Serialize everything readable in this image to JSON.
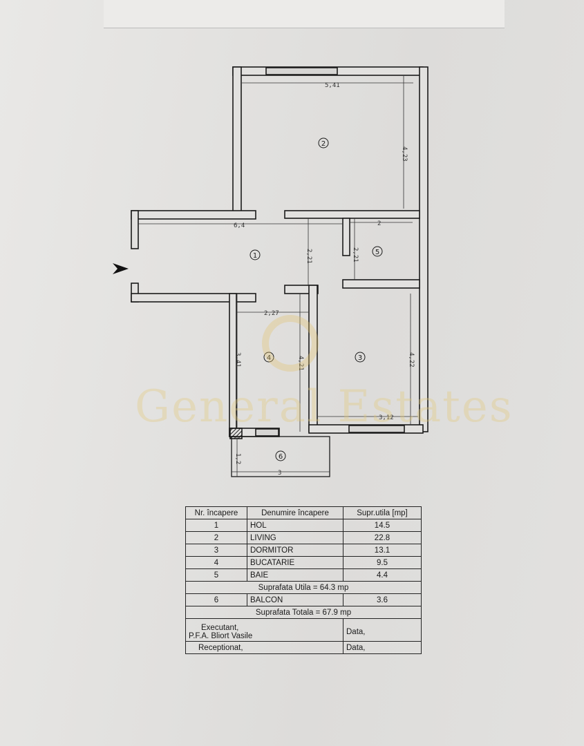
{
  "plan": {
    "rooms": [
      "1",
      "2",
      "3",
      "4",
      "5",
      "6"
    ],
    "dimensions": {
      "living_width": "5,41",
      "living_depth": "4,23",
      "hall_length": "6,4",
      "hall_width": "2,21",
      "bath_width": "2",
      "bath_depth": "2,21",
      "kitchen_width": "2,27",
      "kitchen_depth": "3,41",
      "kitchen_length": "4,21",
      "bedroom_depth": "4,22",
      "bedroom_width": "3,12",
      "balcony_depth": "1,2",
      "balcony_width": "3"
    },
    "entrance_icon": "arrow-right-icon"
  },
  "watermark": "General Estates",
  "table": {
    "headers": {
      "nr": "Nr. încapere",
      "name": "Denumire încapere",
      "area": "Supr.utila [mp]"
    },
    "rows": [
      {
        "nr": "1",
        "name": "HOL",
        "area": "14.5"
      },
      {
        "nr": "2",
        "name": "LIVING",
        "area": "22.8"
      },
      {
        "nr": "3",
        "name": "DORMITOR",
        "area": "13.1"
      },
      {
        "nr": "4",
        "name": "BUCATARIE",
        "area": "9.5"
      },
      {
        "nr": "5",
        "name": "BAIE",
        "area": "4.4"
      }
    ],
    "useful_total": "Suprafata Utila = 64.3 mp",
    "balcony": {
      "nr": "6",
      "name": "BALCON",
      "area": "3.6"
    },
    "total": "Suprafata Totala = 67.9 mp",
    "executant_label": "Executant,",
    "executant_name": "P.F.A. Bliort Vasile",
    "date_label_1": "Data,",
    "receptionat_label": "Receptionat,",
    "date_label_2": "Data,"
  }
}
